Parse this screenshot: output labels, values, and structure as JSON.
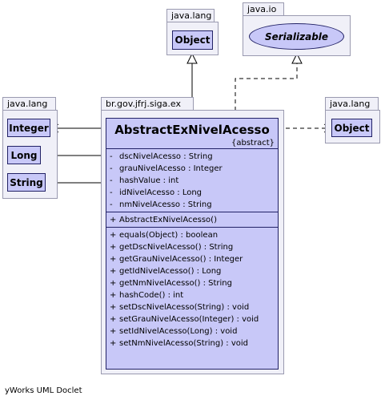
{
  "packages": {
    "java_lang_top": "java.lang",
    "java_io": "java.io",
    "java_lang_left": "java.lang",
    "java_lang_right": "java.lang",
    "main": "br.gov.jfrj.siga.ex"
  },
  "classes": {
    "object_top": "Object",
    "serializable": "Serializable",
    "integer": "Integer",
    "long": "Long",
    "string": "String",
    "object_right": "Object"
  },
  "main_class": {
    "name": "AbstractExNivelAcesso",
    "stereotype": "{abstract}",
    "attributes": [
      {
        "vis": "-",
        "text": "dscNivelAcesso : String"
      },
      {
        "vis": "-",
        "text": "grauNivelAcesso : Integer"
      },
      {
        "vis": "-",
        "text": "hashValue : int"
      },
      {
        "vis": "-",
        "text": "idNivelAcesso : Long"
      },
      {
        "vis": "-",
        "text": "nmNivelAcesso : String"
      }
    ],
    "constructors": [
      {
        "vis": "+",
        "text": "AbstractExNivelAcesso()"
      }
    ],
    "methods": [
      {
        "vis": "+",
        "text": "equals(Object) : boolean"
      },
      {
        "vis": "+",
        "text": "getDscNivelAcesso() : String"
      },
      {
        "vis": "+",
        "text": "getGrauNivelAcesso() : Integer"
      },
      {
        "vis": "+",
        "text": "getIdNivelAcesso() : Long"
      },
      {
        "vis": "+",
        "text": "getNmNivelAcesso() : String"
      },
      {
        "vis": "+",
        "text": "hashCode() : int"
      },
      {
        "vis": "+",
        "text": "setDscNivelAcesso(String) : void"
      },
      {
        "vis": "+",
        "text": "setGrauNivelAcesso(Integer) : void"
      },
      {
        "vis": "+",
        "text": "setIdNivelAcesso(Long) : void"
      },
      {
        "vis": "+",
        "text": "setNmNivelAcesso(String) : void"
      }
    ]
  },
  "footer": "yWorks UML Doclet"
}
